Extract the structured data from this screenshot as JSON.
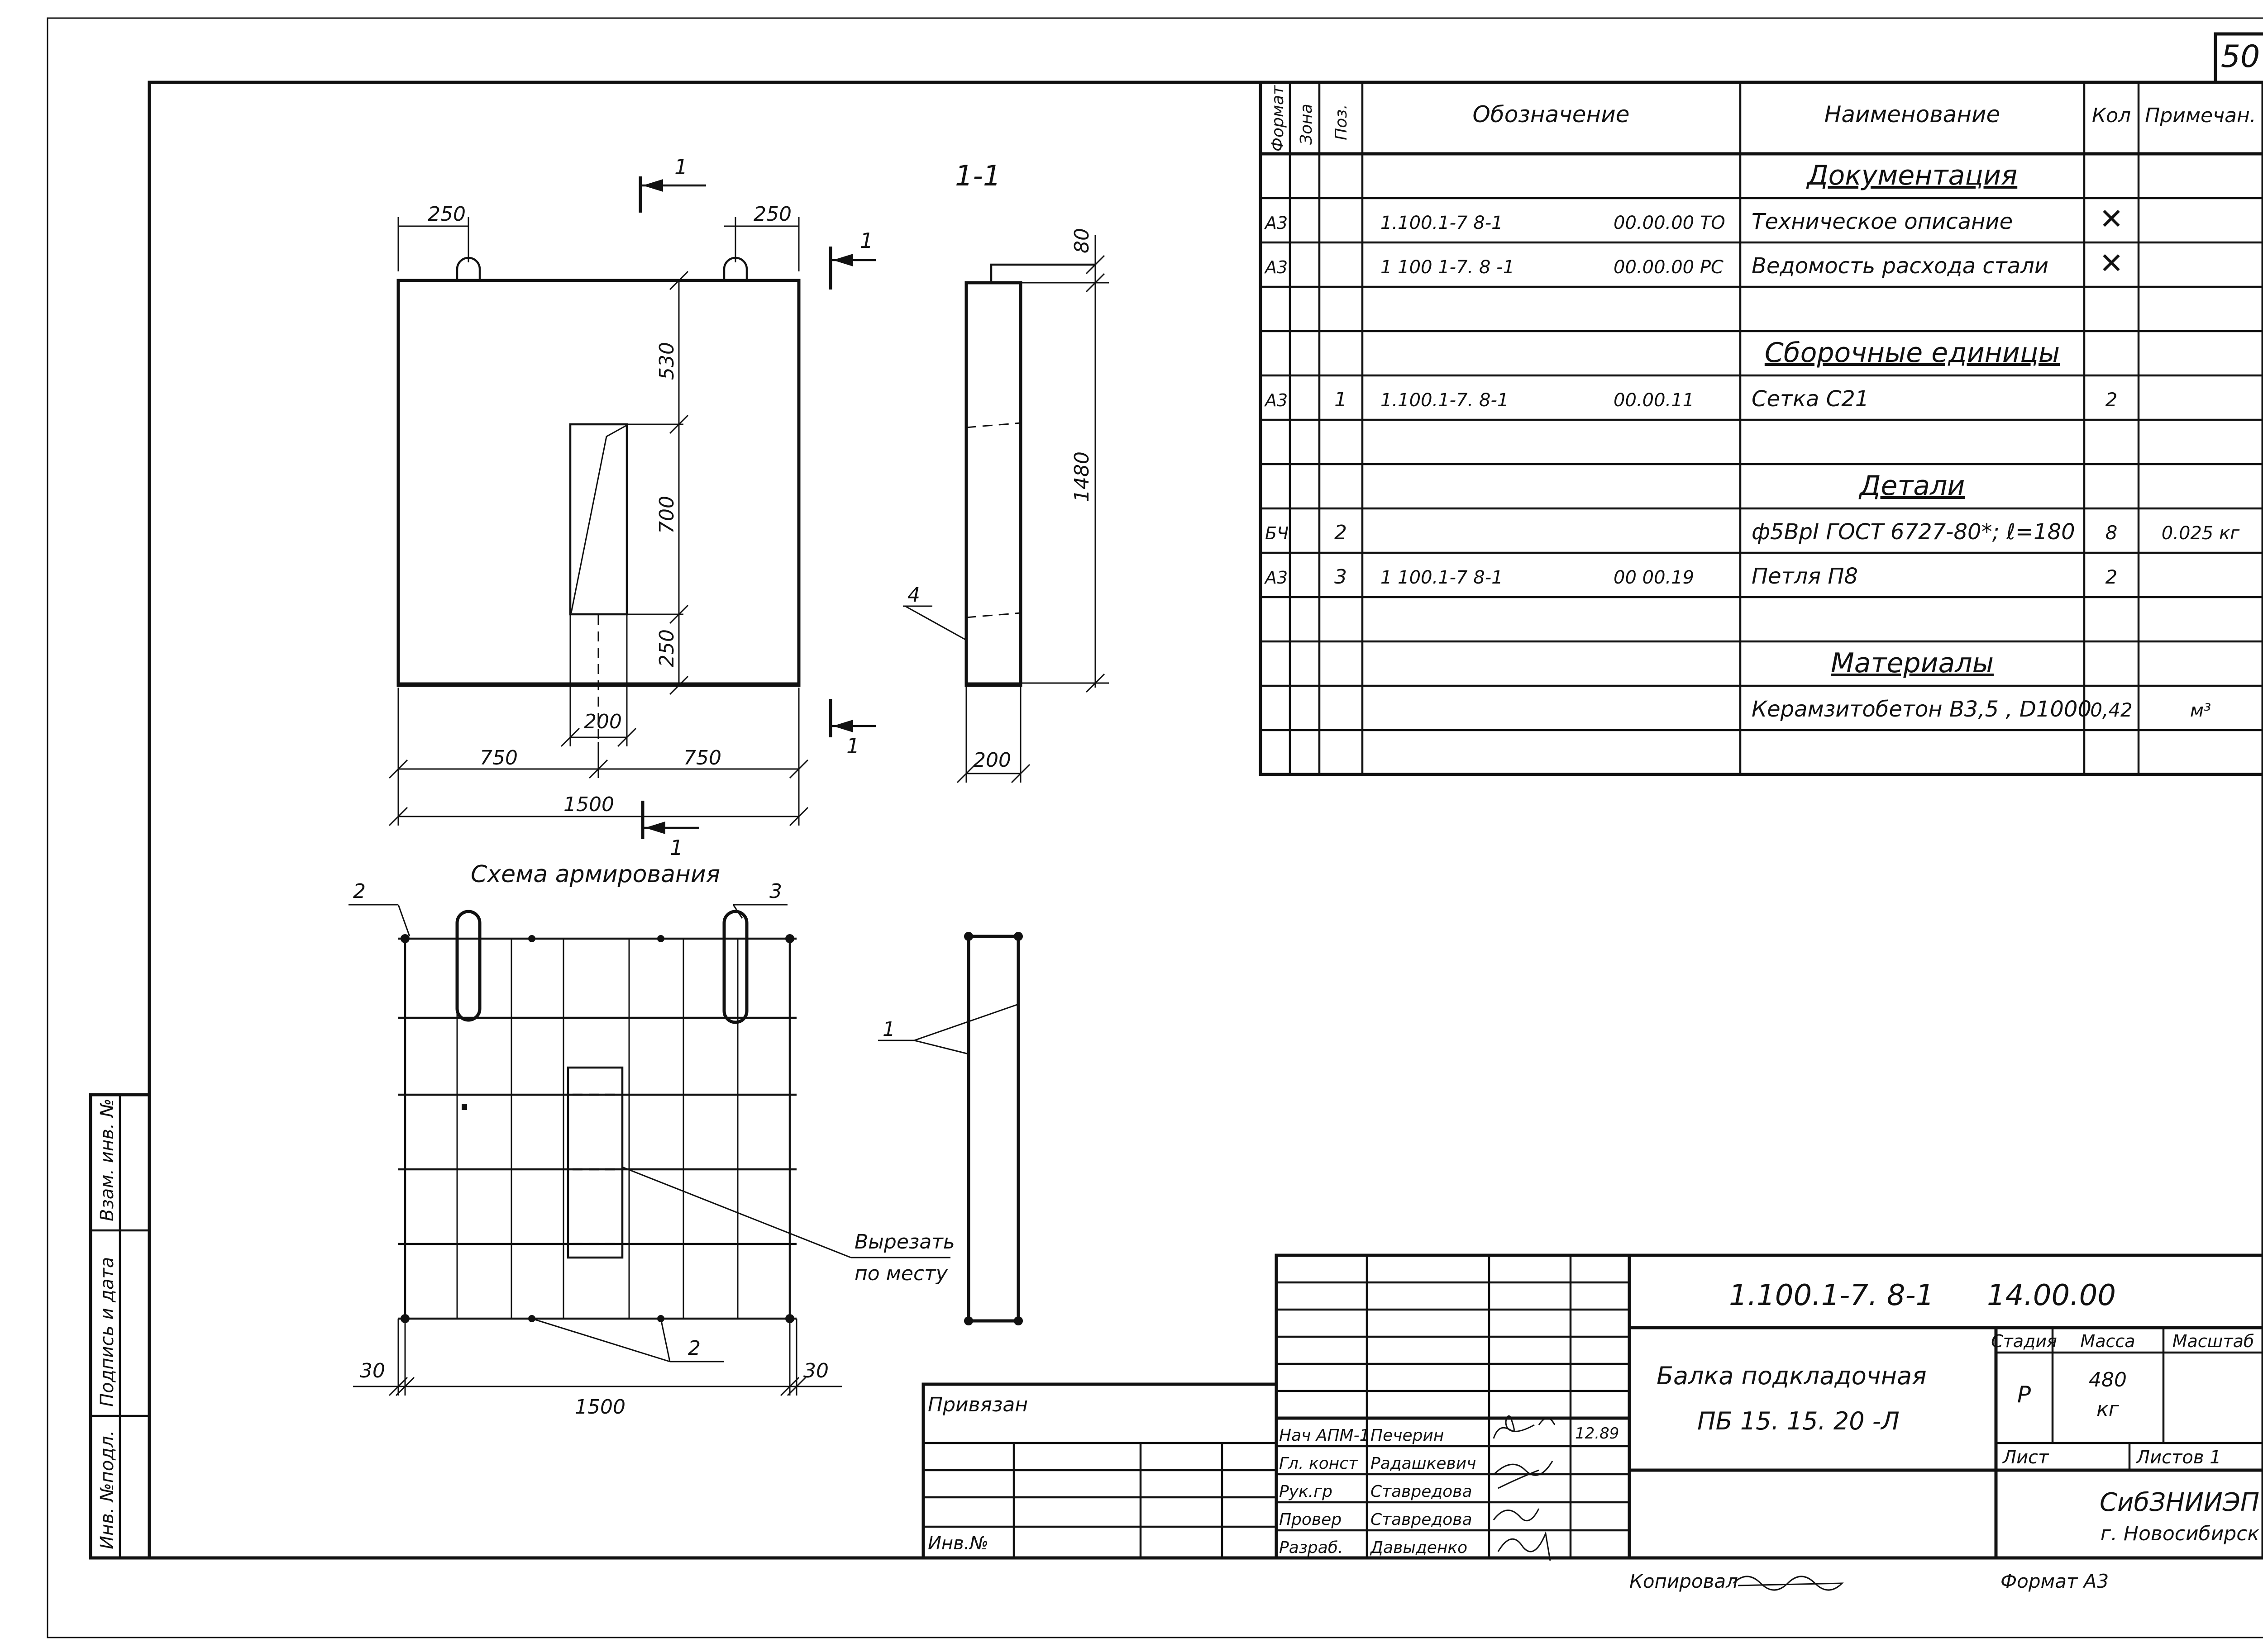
{
  "page_number": "50",
  "drawing": {
    "section_mark": "1",
    "section_title": "1-1",
    "front_view": {
      "dim_loop_left": "250",
      "dim_loop_right": "250",
      "dim_530": "530",
      "dim_700": "700",
      "dim_250": "250",
      "dim_200": "200",
      "dim_750_left": "750",
      "dim_750_right": "750",
      "dim_1500": "1500"
    },
    "section_view": {
      "dim_80": "80",
      "dim_1480": "1480",
      "dim_200": "200",
      "callout_4": "4"
    },
    "reinforcement": {
      "title": "Схема армирования",
      "callout_2_top": "2",
      "callout_3": "3",
      "callout_2_bottom": "2",
      "dim_30_left": "30",
      "dim_30_right": "30",
      "dim_1500": "1500",
      "cut_note_line1": "Вырезать",
      "cut_note_line2": "по месту",
      "callout_1": "1"
    }
  },
  "spec_table": {
    "headers": {
      "format": "Формат",
      "zone": "Зона",
      "pos": "Поз.",
      "designation": "Обозначение",
      "name": "Наименование",
      "qty": "Кол",
      "note": "Примечан."
    },
    "rows": [
      {
        "format": "",
        "pos": "",
        "code": "",
        "code2": "",
        "name": "Документация",
        "qty": "",
        "note": "",
        "section": true
      },
      {
        "format": "А3",
        "pos": "",
        "code": "1.100.1-7 8-1",
        "code2": "00.00.00 ТО",
        "name": "Техническое описание",
        "qty": "✕",
        "note": ""
      },
      {
        "format": "А3",
        "pos": "",
        "code": "1 100 1-7. 8 -1",
        "code2": "00.00.00 РС",
        "name": "Ведомость расхода стали",
        "qty": "✕",
        "note": ""
      },
      {
        "format": "",
        "pos": "",
        "code": "",
        "code2": "",
        "name": "",
        "qty": "",
        "note": ""
      },
      {
        "format": "",
        "pos": "",
        "code": "",
        "code2": "",
        "name": "Сборочные единицы",
        "qty": "",
        "note": "",
        "section": true
      },
      {
        "format": "А3",
        "pos": "1",
        "code": "1.100.1-7. 8-1",
        "code2": "00.00.11",
        "name": "Сетка  С21",
        "qty": "2",
        "note": ""
      },
      {
        "format": "",
        "pos": "",
        "code": "",
        "code2": "",
        "name": "",
        "qty": "",
        "note": ""
      },
      {
        "format": "",
        "pos": "",
        "code": "",
        "code2": "",
        "name": "Детали",
        "qty": "",
        "note": "",
        "section": true
      },
      {
        "format": "БЧ",
        "pos": "2",
        "code": "",
        "code2": "",
        "name": "ф5ВрI ГОСТ 6727-80*;  ℓ=180",
        "qty": "8",
        "note": "0.025 кг"
      },
      {
        "format": "А3",
        "pos": "3",
        "code": "1 100.1-7 8-1",
        "code2": "00 00.19",
        "name": "Петля  П8",
        "qty": "2",
        "note": ""
      },
      {
        "format": "",
        "pos": "",
        "code": "",
        "code2": "",
        "name": "",
        "qty": "",
        "note": ""
      },
      {
        "format": "",
        "pos": "",
        "code": "",
        "code2": "",
        "name": "Материалы",
        "qty": "",
        "note": "",
        "section": true
      },
      {
        "format": "",
        "pos": "",
        "code": "",
        "code2": "",
        "name": "Керамзитобетон  В3,5 , D1000",
        "qty": "0,42",
        "note": "м³"
      },
      {
        "format": "",
        "pos": "",
        "code": "",
        "code2": "",
        "name": "",
        "qty": "",
        "note": ""
      }
    ]
  },
  "side_stamp": {
    "inv_podl": "Инв. №подл.",
    "sign_date": "Подпись и дата",
    "vzam_inv": "Взам. инв. №"
  },
  "title_block": {
    "privyazan": "Привязан",
    "inv_no": "Инв.№",
    "doc_code": "1.100.1-7. 8-1",
    "doc_code2": "14.00.00",
    "title_line1": "Балка  подкладочная",
    "title_line2": "ПБ 15. 15. 20 -Л",
    "stage_label": "Стадия",
    "mass_label": "Масса",
    "scale_label": "Масштаб",
    "stage_value": "Р",
    "mass_value": "480",
    "mass_unit": "кг",
    "sheet_label": "Лист",
    "sheets_label": "Листов 1",
    "org_name": "СибЗНИИЭП",
    "org_city": "г. Новосибирск",
    "date": "12.89",
    "signers": [
      {
        "role": "Нач АПМ-1",
        "name": "Печерин"
      },
      {
        "role": "Гл. конст",
        "name": "Радашкевич"
      },
      {
        "role": "Рук.гр",
        "name": "Ставредова"
      },
      {
        "role": "Провер",
        "name": "Ставредова"
      },
      {
        "role": "Разраб.",
        "name": "Давыденко"
      }
    ],
    "copied_label": "Копировал",
    "format_label": "Формат А3"
  }
}
